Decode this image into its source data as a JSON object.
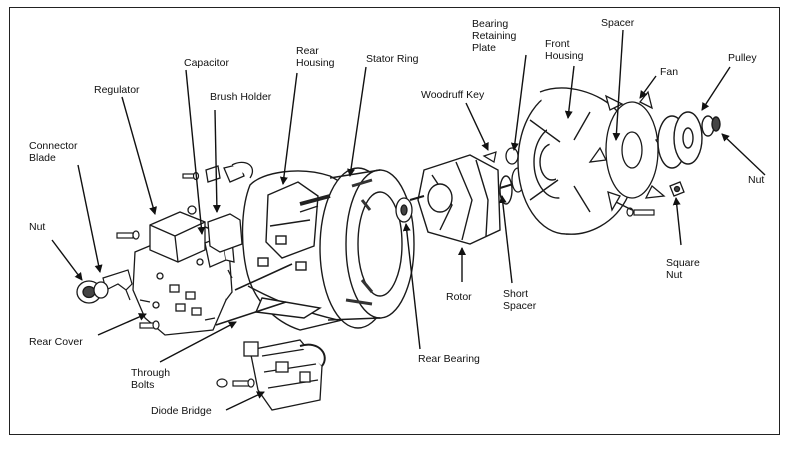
{
  "diagram": {
    "labels": {
      "connector_blade": [
        "Connector",
        "Blade"
      ],
      "regulator": "Regulator",
      "capacitor": "Capacitor",
      "brush_holder": "Brush Holder",
      "rear_housing": [
        "Rear",
        "Housing"
      ],
      "stator_ring": "Stator Ring",
      "bearing_retaining_plate": [
        "Bearing",
        "Retaining",
        "Plate"
      ],
      "front_housing": [
        "Front",
        "Housing"
      ],
      "spacer": "Spacer",
      "fan": "Fan",
      "pulley": "Pulley",
      "woodruff_key": "Woodruff Key",
      "nut_left": "Nut",
      "nut_right": "Nut",
      "square_nut": [
        "Square",
        "Nut"
      ],
      "rotor": "Rotor",
      "short_spacer": [
        "Short",
        "Spacer"
      ],
      "rear_bearing": "Rear Bearing",
      "rear_cover": "Rear Cover",
      "through_bolts": [
        "Through",
        "Bolts"
      ],
      "diode_bridge": "Diode Bridge"
    },
    "colors": {
      "ink": "#1a1a1a",
      "paper": "#ffffff",
      "shade": "#555555"
    }
  }
}
